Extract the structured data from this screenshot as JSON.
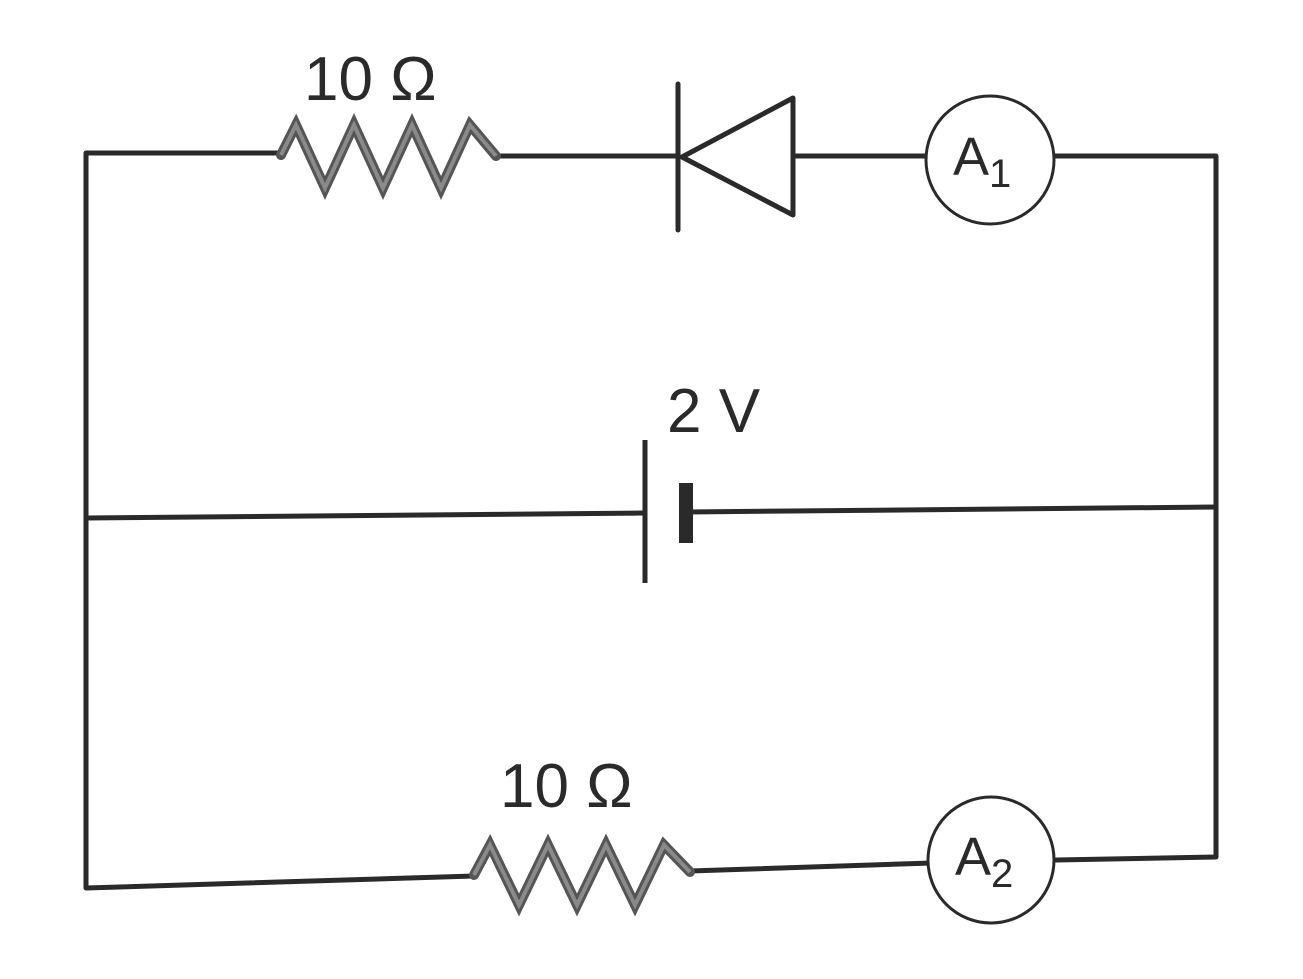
{
  "diagram": {
    "top_resistor_label": "10 Ω",
    "bottom_resistor_label": "10 Ω",
    "battery_label": "2 V",
    "ammeter_1": {
      "letter": "A",
      "subscript": "1"
    },
    "ammeter_2": {
      "letter": "A",
      "subscript": "2"
    }
  }
}
